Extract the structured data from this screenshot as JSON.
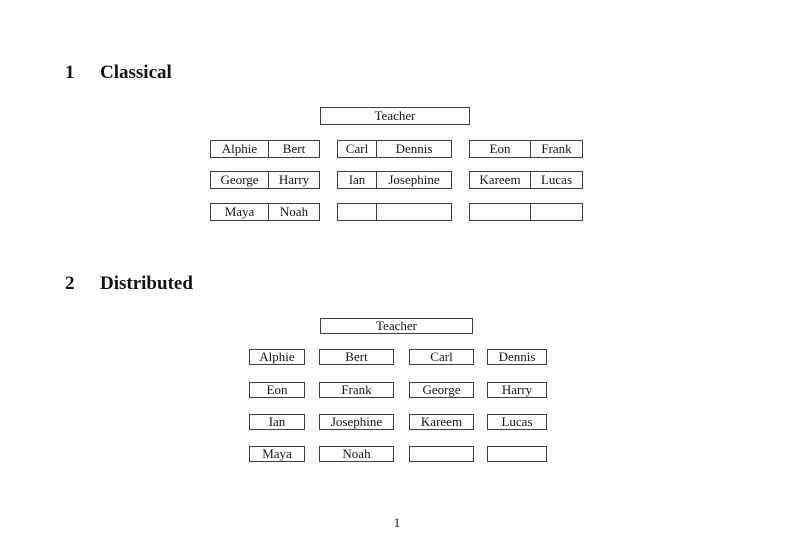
{
  "colors": {
    "background": "#ffffff",
    "text": "#141414",
    "box_border": "#3d3d3d"
  },
  "classical": {
    "heading": {
      "number": "1",
      "title": "Classical"
    },
    "teacher": "Teacher",
    "rows": [
      [
        [
          "Alphie",
          "Bert"
        ],
        [
          "Carl",
          "Dennis"
        ],
        [
          "Eon",
          "Frank"
        ]
      ],
      [
        [
          "George",
          "Harry"
        ],
        [
          "Ian",
          "Josephine"
        ],
        [
          "Kareem",
          "Lucas"
        ]
      ],
      [
        [
          "Maya",
          "Noah"
        ],
        [
          "",
          ""
        ],
        [
          "",
          ""
        ]
      ]
    ]
  },
  "distributed": {
    "heading": {
      "number": "2",
      "title": "Distributed"
    },
    "teacher": "Teacher",
    "rows": [
      [
        "Alphie",
        "Bert",
        "Carl",
        "Dennis"
      ],
      [
        "Eon",
        "Frank",
        "George",
        "Harry"
      ],
      [
        "Ian",
        "Josephine",
        "Kareem",
        "Lucas"
      ],
      [
        "Maya",
        "Noah",
        "",
        ""
      ]
    ]
  },
  "footer": {
    "page_number": "1"
  }
}
